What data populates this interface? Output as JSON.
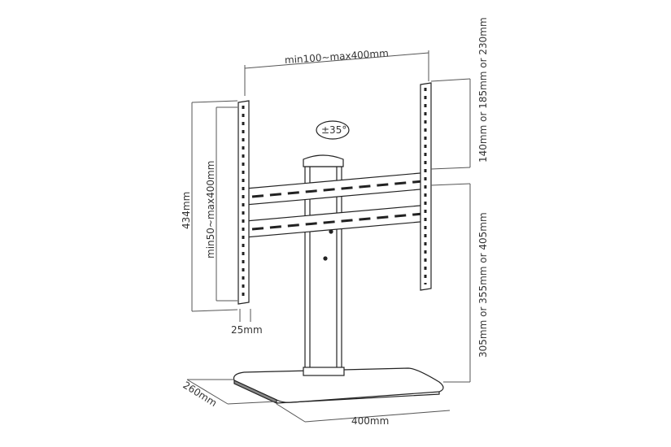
{
  "diagram": {
    "subject": "TV tabletop stand with VESA bracket",
    "colors": {
      "line": "#222222",
      "dim": "#555555",
      "background": "#ffffff"
    },
    "labels": {
      "vesa_width": "min100~max400mm",
      "vesa_height": "min50~max400mm",
      "bracket_height": "434mm",
      "swivel": "±35°",
      "top_offset": "140mm or 185mm or 230mm",
      "height_options": "305mm or 355mm or 405mm",
      "bracket_depth": "25mm",
      "base_depth": "260mm",
      "base_width": "400mm"
    }
  }
}
